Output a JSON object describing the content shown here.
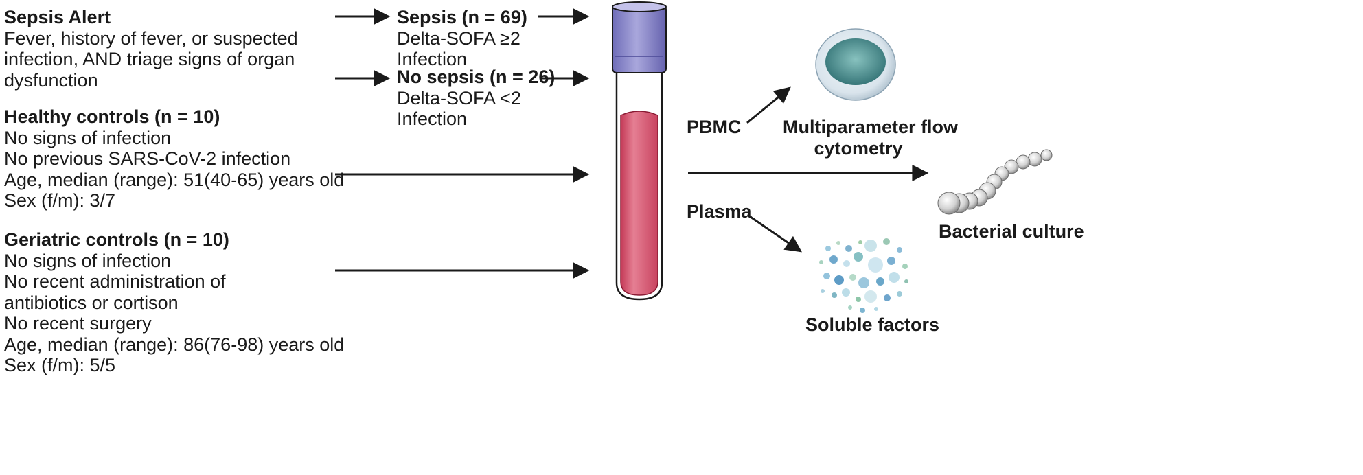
{
  "groups": [
    {
      "title": "Sepsis Alert",
      "lines": [
        "Fever, history of fever, or suspected",
        "infection, AND triage signs of organ",
        "dysfunction"
      ]
    },
    {
      "title": "Healthy controls (n = 10)",
      "lines": [
        "No signs of infection",
        "No previous SARS-CoV-2 infection",
        "Age, median (range): 51(40-65) years old",
        "Sex (f/m): 3/7"
      ]
    },
    {
      "title": "Geriatric controls (n = 10)",
      "lines": [
        "No signs of infection",
        "No recent administration of",
        "antibiotics or cortison",
        "No recent surgery",
        "Age, median (range): 86(76-98) years old",
        "Sex (f/m): 5/5"
      ]
    }
  ],
  "subgroups": [
    {
      "title": "Sepsis (n = 69)",
      "lines": [
        "Delta-SOFA ≥2",
        "Infection"
      ]
    },
    {
      "title": "No sepsis (n = 26)",
      "lines": [
        "Delta-SOFA <2",
        "Infection"
      ]
    }
  ],
  "fractions": {
    "pbmc": "PBMC",
    "plasma": "Plasma"
  },
  "outputs": {
    "flow_line1": "Multiparameter flow",
    "flow_line2": "cytometry",
    "bacterial": "Bacterial culture",
    "soluble": "Soluble factors"
  },
  "colors": {
    "cap": "#8a88c9",
    "blood": "#d9536e",
    "cell": "#6aa9a8",
    "text": "#1a1a1a"
  }
}
